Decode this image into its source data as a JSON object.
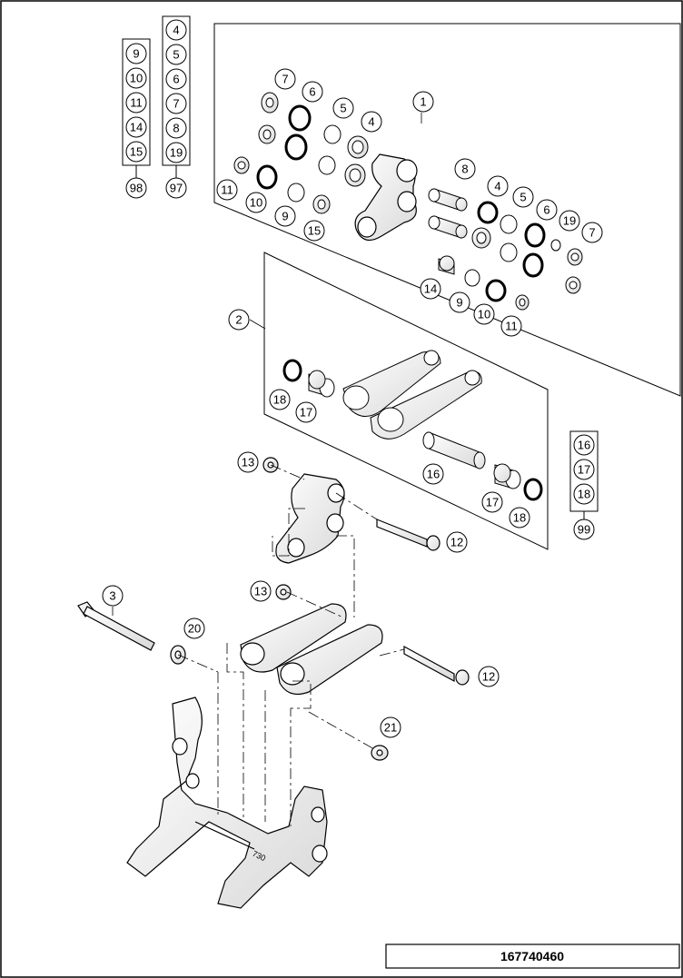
{
  "document_number": "167740460",
  "callouts": {
    "c1": "1",
    "c2": "2",
    "c3": "3",
    "c4a": "4",
    "c5a": "5",
    "c6a": "6",
    "c7a": "7",
    "c8": "8",
    "c4b": "4",
    "c5b": "5",
    "c6b": "6",
    "c19": "19",
    "c7b": "7",
    "c11a": "11",
    "c10a": "10",
    "c9a": "9",
    "c15": "15",
    "c14": "14",
    "c9b": "9",
    "c10b": "10",
    "c11b": "11",
    "c18a": "18",
    "c17a": "17",
    "c13a": "13",
    "c16": "16",
    "c17b": "17",
    "c18b": "18",
    "c12a": "12",
    "c13b": "13",
    "c20": "20",
    "c12b": "12",
    "c21": "21"
  },
  "kit_98": {
    "items": [
      "9",
      "10",
      "11",
      "14",
      "15"
    ],
    "label": "98"
  },
  "kit_97": {
    "items": [
      "4",
      "5",
      "6",
      "7",
      "8",
      "19"
    ],
    "label": "97"
  },
  "kit_99": {
    "items": [
      "16",
      "17",
      "18"
    ],
    "label": "99"
  },
  "frame_stamp": "730"
}
